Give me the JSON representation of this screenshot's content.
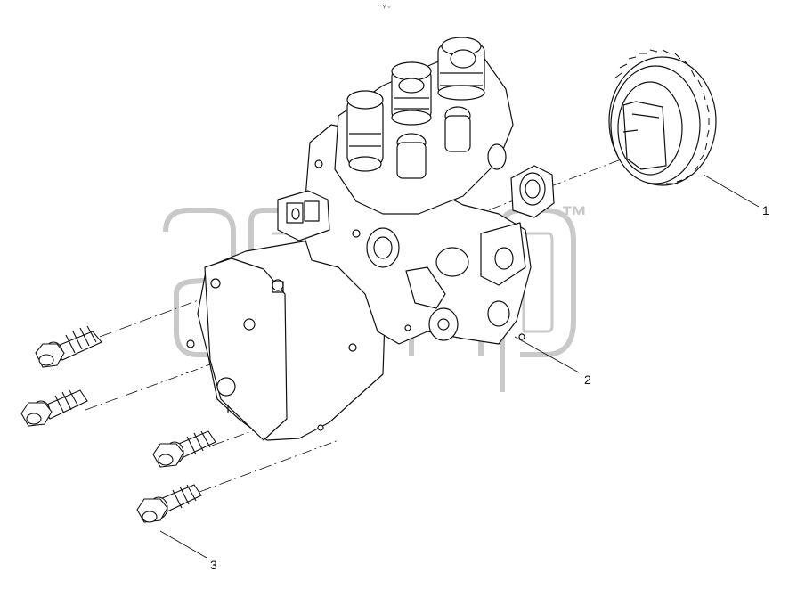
{
  "diagram": {
    "callouts": [
      {
        "id": "1",
        "part": "gear"
      },
      {
        "id": "2",
        "part": "fuel-injection-pump"
      },
      {
        "id": "3",
        "part": "flange-bolt"
      }
    ],
    "watermark_tm": "™",
    "top_mark": "ᵞ ᵕ",
    "colors": {
      "line": "#111111",
      "watermark": "#c7c7c7"
    }
  }
}
